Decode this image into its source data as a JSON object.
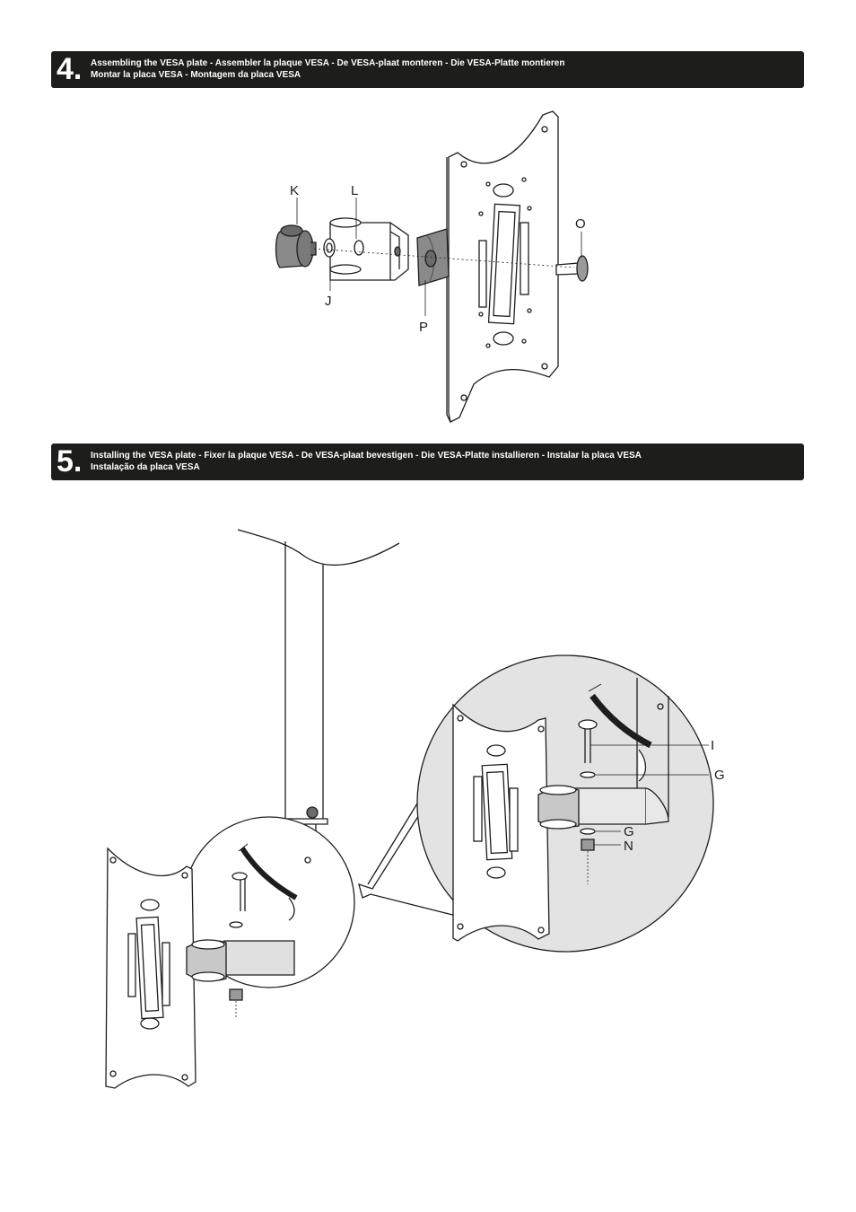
{
  "steps": [
    {
      "number": "4.",
      "line1": "Assembling the VESA plate - Assembler la plaque VESA  - De VESA-plaat monteren - Die VESA-Platte montieren",
      "line2": "Montar la placa VESA - Montagem da placa VESA"
    },
    {
      "number": "5.",
      "line1": "Installing the VESA plate - Fixer la plaque VESA - De VESA-plaat bevestigen - Die VESA-Platte installieren - Instalar la placa VESA",
      "line2": "Instalação da placa VESA"
    }
  ],
  "parts": {
    "K": "K",
    "L": "L",
    "O": "O",
    "J": "J",
    "P": "P",
    "I": "I",
    "G1": "G",
    "G2": "G",
    "N": "N"
  },
  "colors": {
    "bar": "#1d1d1b",
    "detail_bg": "#e3e3e3",
    "line": "#1d1d1b"
  }
}
